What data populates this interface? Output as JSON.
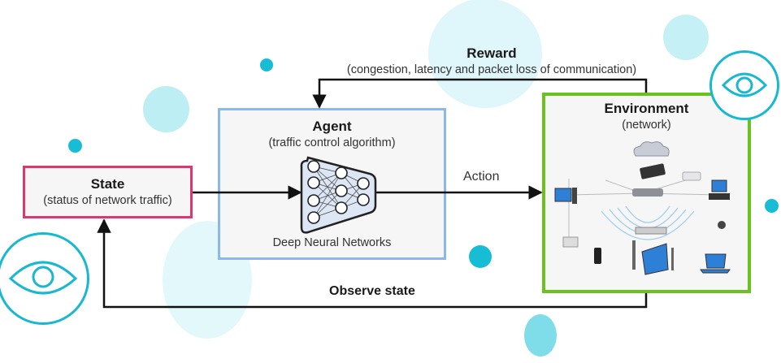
{
  "diagram": {
    "reward": {
      "title": "Reward",
      "subtitle": "(congestion, latency and packet loss of communication)"
    },
    "agent": {
      "title": "Agent",
      "subtitle": "(traffic control algorithm)",
      "model_label": "Deep Neural Networks"
    },
    "state": {
      "title": "State",
      "subtitle": "(status of network traffic)"
    },
    "environment": {
      "title": "Environment",
      "subtitle": "(network)",
      "devices": [
        "Internet",
        "Wireless router",
        "Modem",
        "Printer",
        "Desktop PC",
        "Laptop",
        "Phone",
        "IP camera",
        "Scanner",
        "Media player",
        "Home theater",
        "Access point"
      ]
    },
    "action_label": "Action",
    "observe_label": "Observe state",
    "colors": {
      "agent_border": "#8ab8e8",
      "state_border": "#d9396e",
      "environment_border": "#6ac21e",
      "accent_cyan": "#16bdd4",
      "light_cyan": "#bdeef4",
      "arrow": "#111111"
    }
  }
}
